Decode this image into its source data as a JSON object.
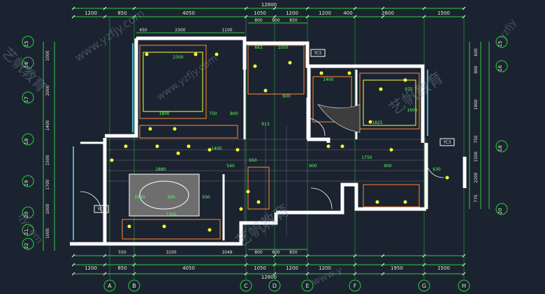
{
  "colors": {
    "background": "#1b2330",
    "wall": "#ffffff",
    "dimension_line": "#2ecc40",
    "fixture": "#ffff33",
    "furniture": "#ff8a3d",
    "grid_axis": "#2ecc40",
    "floor_detail": "#b0b0b0"
  },
  "dims_top": {
    "total": "12800",
    "r1": [
      "1200",
      "850",
      "4050",
      "1050",
      "1200",
      "1200",
      "400",
      "2800",
      "1500"
    ],
    "r2": [
      "800",
      "600",
      "850"
    ],
    "plan_top": [
      "450",
      "2300",
      "1100"
    ]
  },
  "dims_bottom": {
    "r1": [
      "550",
      "3100",
      "1049",
      "800",
      "600",
      "850"
    ],
    "r2": [
      "1200",
      "850",
      "4050",
      "1050",
      "1200",
      "1200",
      "1950",
      "1500"
    ],
    "total": "12800"
  },
  "dims_left": [
    "1000",
    "2000",
    "1400",
    "1500",
    "1700",
    "1000",
    "1000"
  ],
  "dims_right": [
    "600",
    "900",
    "1900",
    "750",
    "1500",
    "2200",
    "770"
  ],
  "axis_cols": [
    "A",
    "B",
    "C",
    "D",
    "E",
    "F",
    "G",
    "H"
  ],
  "axis_rows_left": [
    "15",
    "16",
    "17",
    "18",
    "19",
    "20",
    "21",
    "22"
  ],
  "axis_rows_right": [
    "15",
    "16",
    "18",
    "20"
  ],
  "room_labels": {
    "bed1": [
      "2300",
      "1800",
      "750",
      "800"
    ],
    "living": [
      "2880",
      "1930",
      "300",
      "500",
      "1300",
      "1400"
    ],
    "kitchen": [
      "663",
      "1050",
      "913",
      "600"
    ],
    "bed2": [
      "1400",
      "975",
      "1825",
      "1600"
    ],
    "hall": [
      "540",
      "650",
      "900",
      "1750",
      "630",
      "900"
    ]
  },
  "tags": [
    "YC3",
    "YC1",
    "YC5"
  ],
  "watermarks": [
    "www.yzfjy.com",
    "www.yzfjy.com",
    "艺帆教育",
    "艺帆教育",
    "艺帆教育",
    "yzfjy",
    "fjy.com",
    "www.y"
  ]
}
